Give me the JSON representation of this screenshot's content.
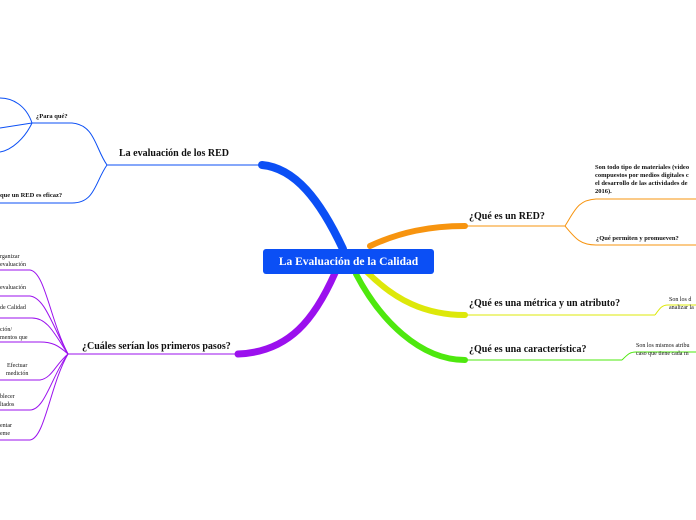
{
  "root": "La Evaluación de la Calidad",
  "branches": {
    "evaluacion_red": {
      "label": "La evaluación de los RED",
      "children": [
        "¿Para qué?",
        "que un RED es eficaz?"
      ]
    },
    "primeros_pasos": {
      "label": "¿Cuáles serían los primeros pasos?",
      "children": [
        "rganizar\n evaluación",
        "evaluación",
        "de Calidad",
        "ción/\nmentos que",
        "Efectuar\nmedición",
        "blecer\nltados",
        "entar\neme"
      ]
    },
    "que_es_red": {
      "label": "¿Qué es un RED?",
      "definition": "Son todo tipo de materiales (video\ncompuestos por medios digitales c\nel desarrollo de las actividades de\n2016).",
      "child": "¿Qué permiten y promueven?"
    },
    "metrica": {
      "label": "¿Qué es una métrica y un atributo?",
      "definition": "Son los d\nanalizar la"
    },
    "caracteristica": {
      "label": "¿Qué es una característica?",
      "definition": "Son los mismos atribu\ncaso que tiene cada m"
    }
  },
  "colors": {
    "root_bg": "#0b4ff5",
    "blue": "#0b4ff5",
    "purple": "#9b10ee",
    "orange": "#f7940f",
    "yellow": "#dde80a",
    "green": "#4ee80e"
  }
}
